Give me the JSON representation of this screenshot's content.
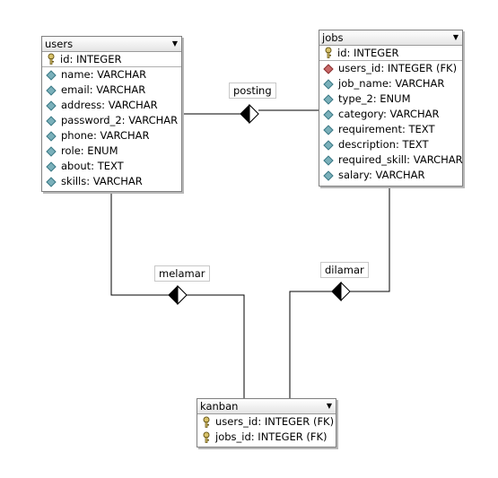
{
  "tables": {
    "users": {
      "name": "users",
      "pk": "id: INTEGER",
      "columns": [
        "name: VARCHAR",
        "email: VARCHAR",
        "address: VARCHAR",
        "password_2: VARCHAR",
        "phone: VARCHAR",
        "role: ENUM",
        "about: TEXT",
        "skills: VARCHAR"
      ]
    },
    "jobs": {
      "name": "jobs",
      "pk": "id: INTEGER",
      "fk_column": "users_id: INTEGER (FK)",
      "columns": [
        "job_name: VARCHAR",
        "type_2: ENUM",
        "category: VARCHAR",
        "requirement: TEXT",
        "description: TEXT",
        "required_skill: VARCHAR",
        "salary: VARCHAR"
      ]
    },
    "kanban": {
      "name": "kanban",
      "keys": [
        "users_id: INTEGER (FK)",
        "jobs_id: INTEGER (FK)"
      ]
    }
  },
  "relationships": {
    "posting": "posting",
    "melamar": "melamar",
    "dilamar": "dilamar"
  },
  "icons": {
    "dropdown": "dropdown-arrow-icon",
    "primary_key": "key-icon",
    "column": "diamond-icon",
    "foreign_key": "red-diamond-icon"
  }
}
